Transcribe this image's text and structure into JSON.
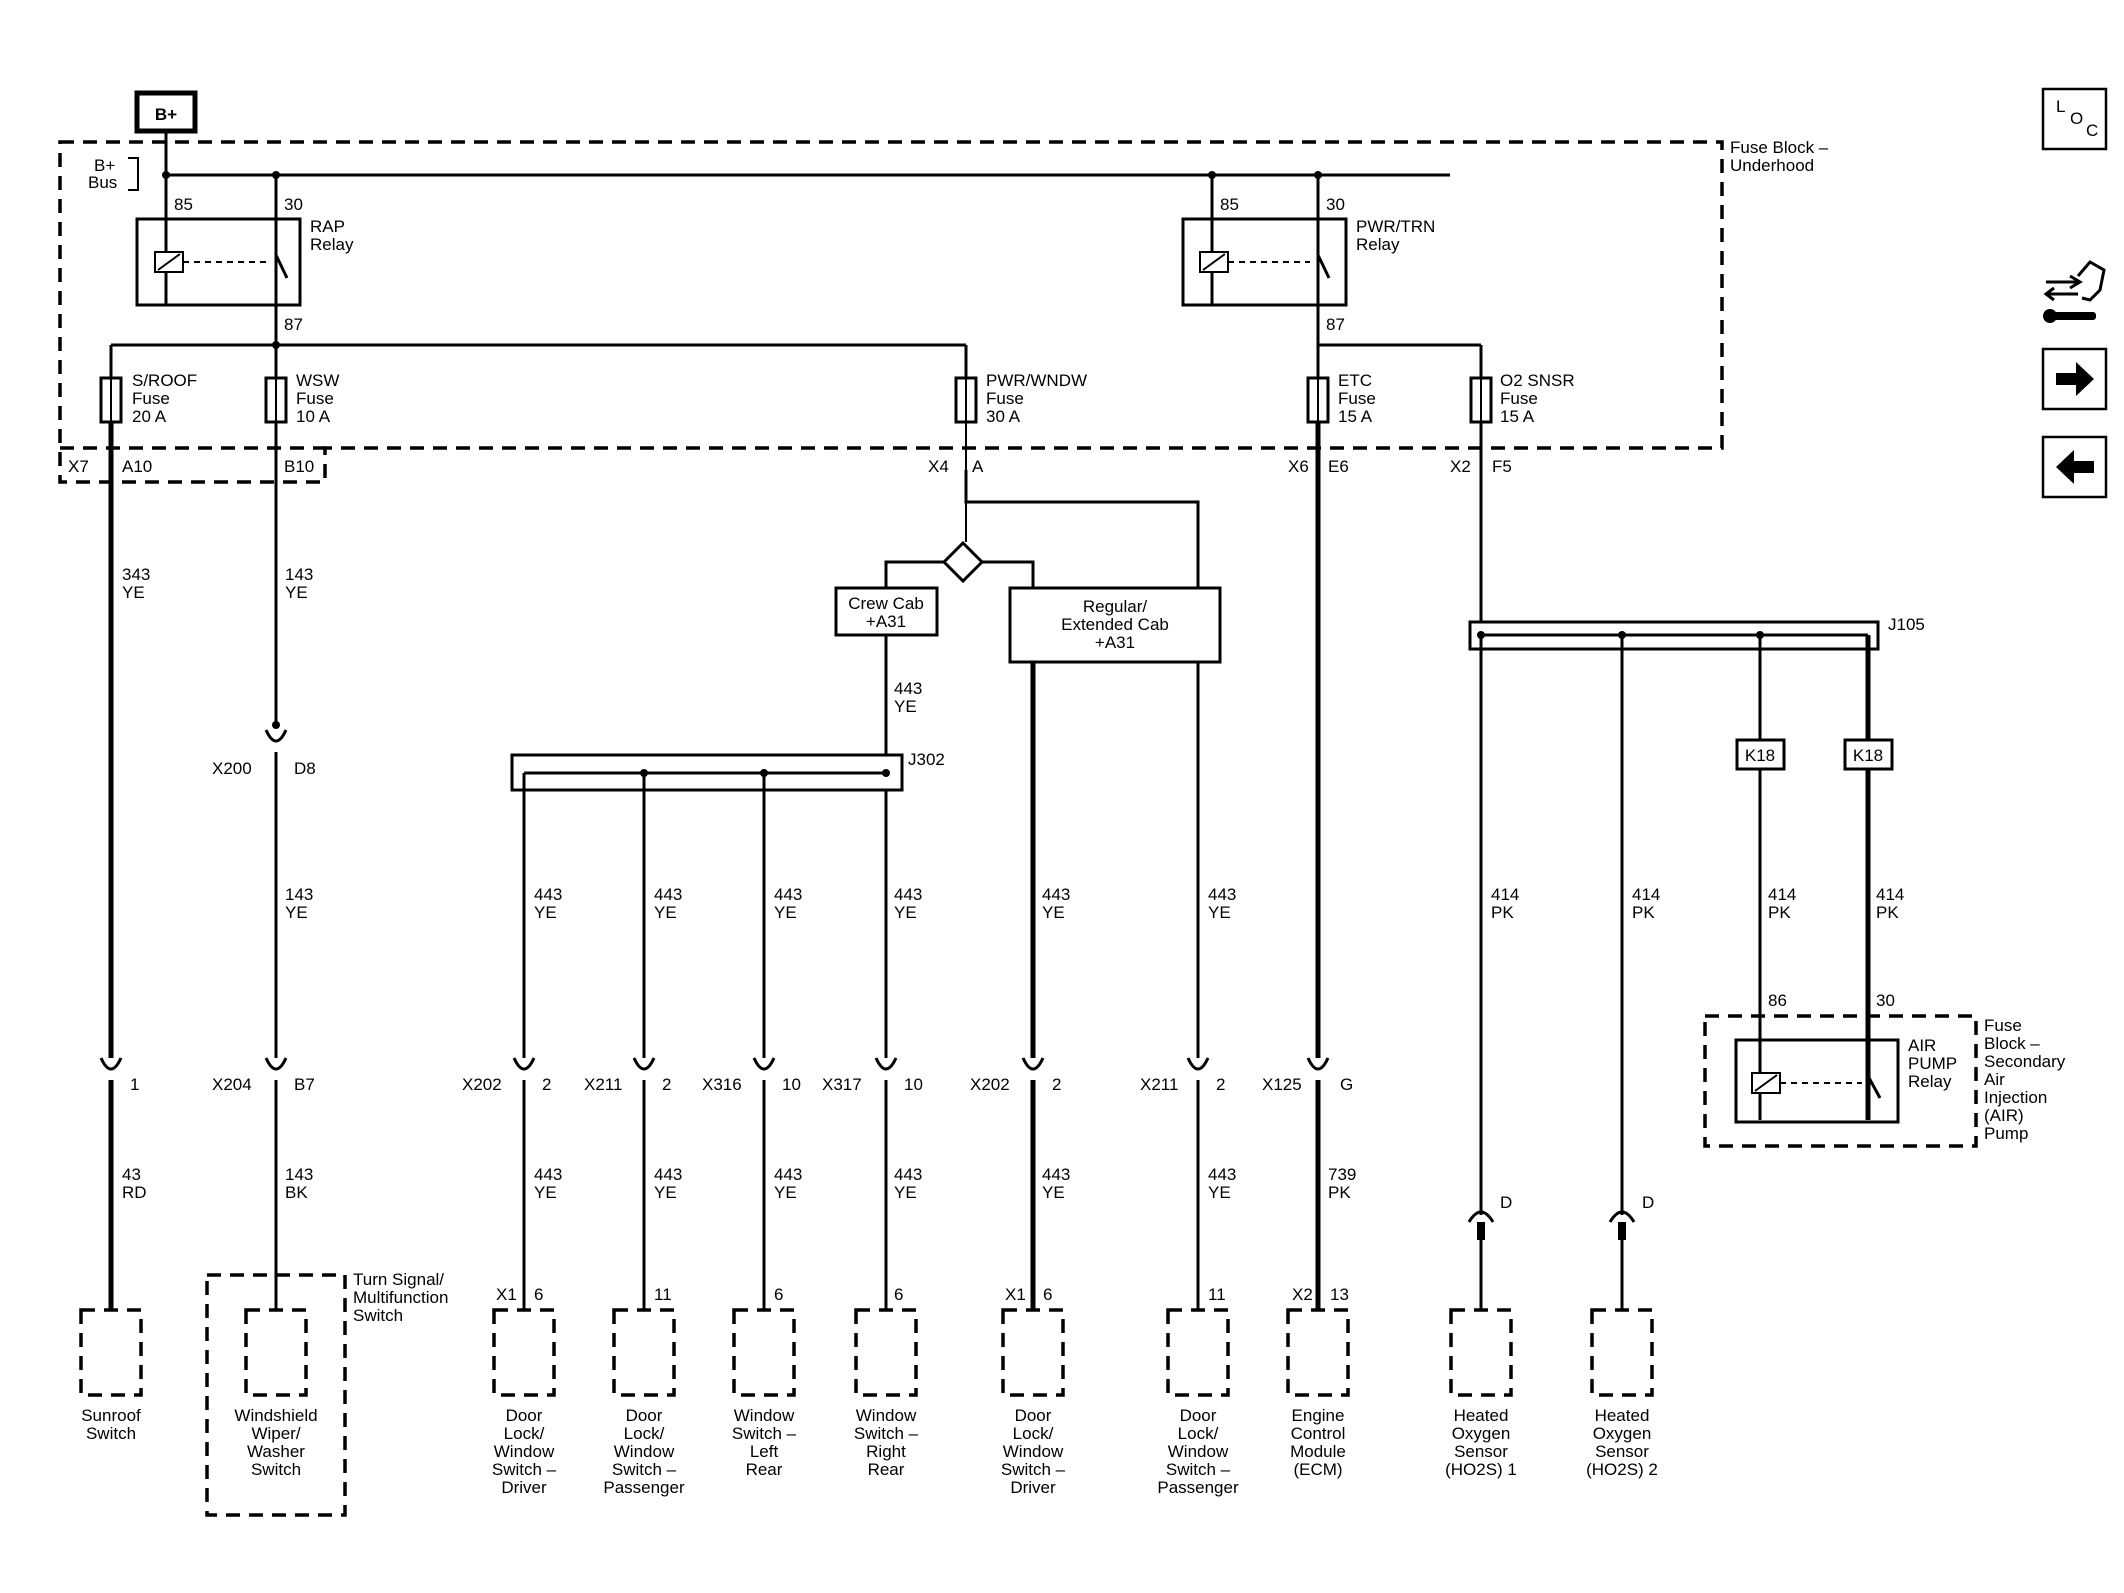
{
  "battery": "B+",
  "bus_label": [
    "B+",
    "Bus"
  ],
  "fuse_block": [
    "Fuse Block –",
    "Underhood"
  ],
  "relays": [
    {
      "name": [
        "RAP",
        "Relay"
      ],
      "pin_coil": "85",
      "pin_in": "30",
      "pin_out": "87"
    },
    {
      "name": [
        "PWR/TRN",
        "Relay"
      ],
      "pin_coil": "85",
      "pin_in": "30",
      "pin_out": "87"
    }
  ],
  "fuses": [
    {
      "name": "S/ROOF",
      "type": "Fuse",
      "rating": "20 A",
      "conn": "X7",
      "pin": "A10"
    },
    {
      "name": "WSW",
      "type": "Fuse",
      "rating": "10 A",
      "conn": "",
      "pin": "B10"
    },
    {
      "name": "PWR/WNDW",
      "type": "Fuse",
      "rating": "30 A",
      "conn": "X4",
      "pin": "A"
    },
    {
      "name": "ETC",
      "type": "Fuse",
      "rating": "15 A",
      "conn": "X6",
      "pin": "E6"
    },
    {
      "name": "O2 SNSR",
      "type": "Fuse",
      "rating": "15 A",
      "conn": "X2",
      "pin": "F5"
    }
  ],
  "options": [
    {
      "name": [
        "Crew Cab",
        "+A31"
      ]
    },
    {
      "name": [
        "Regular/",
        "Extended Cab",
        "+A31"
      ]
    }
  ],
  "splices": [
    "J302",
    "J105"
  ],
  "k18": [
    "K18",
    "K18"
  ],
  "wires": {
    "sroof_top": [
      "343",
      "YE"
    ],
    "sroof_bot": [
      "43",
      "RD"
    ],
    "wsw_top": [
      "143",
      "YE"
    ],
    "wsw_mid": [
      "143",
      "YE"
    ],
    "wsw_bot": [
      "143",
      "BK"
    ],
    "crew_feed": [
      "443",
      "YE"
    ],
    "pw1_top": [
      "443",
      "YE"
    ],
    "pw1_bot": [
      "443",
      "YE"
    ],
    "pw2_top": [
      "443",
      "YE"
    ],
    "pw2_bot": [
      "443",
      "YE"
    ],
    "pw3_top": [
      "443",
      "YE"
    ],
    "pw3_bot": [
      "443",
      "YE"
    ],
    "pw4_top": [
      "443",
      "YE"
    ],
    "pw4_bot": [
      "443",
      "YE"
    ],
    "pw5_top": [
      "443",
      "YE"
    ],
    "pw5_bot": [
      "443",
      "YE"
    ],
    "pw6_top": [
      "443",
      "YE"
    ],
    "pw6_bot": [
      "443",
      "YE"
    ],
    "etc_top": [
      "739",
      "PK"
    ],
    "o2_1": [
      "414",
      "PK"
    ],
    "o2_2": [
      "414",
      "PK"
    ],
    "o2_3": [
      "414",
      "PK"
    ],
    "o2_4": [
      "414",
      "PK"
    ]
  },
  "connectors": {
    "x200": [
      "X200",
      "D8"
    ],
    "sroof": [
      "",
      "1"
    ],
    "wsw": [
      "X204",
      "B7"
    ],
    "c1": [
      "X202",
      "2"
    ],
    "c2": [
      "X211",
      "2"
    ],
    "c3": [
      "X316",
      "10"
    ],
    "c4": [
      "X317",
      "10"
    ],
    "c5": [
      "X202",
      "2"
    ],
    "c6": [
      "X211",
      "2"
    ],
    "c7": [
      "X125",
      "G"
    ],
    "d1": "D",
    "d2": "D"
  },
  "air_relay": {
    "pin_coil": "86",
    "pin_in": "30",
    "name": [
      "AIR",
      "PUMP",
      "Relay"
    ],
    "block": [
      "Fuse",
      "Block –",
      "Secondary",
      "Air",
      "Injection",
      "(AIR)",
      "Pump"
    ]
  },
  "turn_signal": [
    "Turn Signal/",
    "Multifunction",
    "Switch"
  ],
  "component_pins": [
    {
      "conn": "",
      "pin": ""
    },
    {
      "conn": "",
      "pin": ""
    },
    {
      "conn": "X1",
      "pin": "6"
    },
    {
      "conn": "",
      "pin": "11"
    },
    {
      "conn": "",
      "pin": "6"
    },
    {
      "conn": "",
      "pin": "6"
    },
    {
      "conn": "X1",
      "pin": "6"
    },
    {
      "conn": "",
      "pin": "11"
    },
    {
      "conn": "X2",
      "pin": "13"
    }
  ],
  "components": [
    [
      "Sunroof",
      "Switch"
    ],
    [
      "Windshield",
      "Wiper/",
      "Washer",
      "Switch"
    ],
    [
      "Door",
      "Lock/",
      "Window",
      "Switch –",
      "Driver"
    ],
    [
      "Door",
      "Lock/",
      "Window",
      "Switch –",
      "Passenger"
    ],
    [
      "Window",
      "Switch –",
      "Left",
      "Rear"
    ],
    [
      "Window",
      "Switch –",
      "Right",
      "Rear"
    ],
    [
      "Door",
      "Lock/",
      "Window",
      "Switch –",
      "Driver"
    ],
    [
      "Door",
      "Lock/",
      "Window",
      "Switch –",
      "Passenger"
    ],
    [
      "Engine",
      "Control",
      "Module",
      "(ECM)"
    ],
    [
      "Heated",
      "Oxygen",
      "Sensor",
      "(HO2S) 1"
    ],
    [
      "Heated",
      "Oxygen",
      "Sensor",
      "(HO2S) 2"
    ]
  ],
  "nav": {
    "loc_icon": [
      "L",
      "O",
      "C"
    ],
    "tool_icon": "wiring-tool-icon",
    "next_icon": "arrow-right-icon",
    "prev_icon": "arrow-left-icon"
  }
}
